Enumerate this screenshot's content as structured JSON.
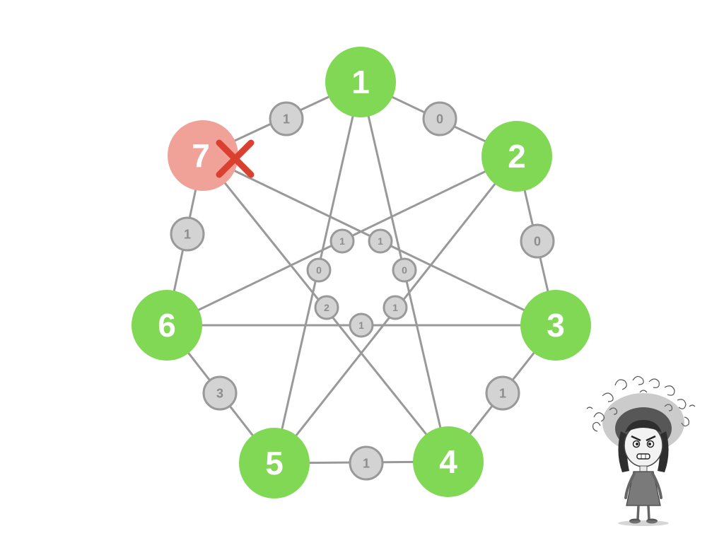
{
  "nodes": [
    {
      "id": "1",
      "label": "1",
      "status": "active",
      "color": "#80d855"
    },
    {
      "id": "2",
      "label": "2",
      "status": "active",
      "color": "#80d855"
    },
    {
      "id": "3",
      "label": "3",
      "status": "active",
      "color": "#80d855"
    },
    {
      "id": "4",
      "label": "4",
      "status": "active",
      "color": "#80d855"
    },
    {
      "id": "5",
      "label": "5",
      "status": "active",
      "color": "#80d855"
    },
    {
      "id": "6",
      "label": "6",
      "status": "active",
      "color": "#80d855"
    },
    {
      "id": "7",
      "label": "7",
      "status": "removed",
      "color": "#f0a198"
    }
  ],
  "outer_edges": [
    {
      "from": "1",
      "to": "7",
      "weight": "1"
    },
    {
      "from": "1",
      "to": "2",
      "weight": "0"
    },
    {
      "from": "2",
      "to": "3",
      "weight": "0"
    },
    {
      "from": "3",
      "to": "4",
      "weight": "1"
    },
    {
      "from": "4",
      "to": "5",
      "weight": "1"
    },
    {
      "from": "5",
      "to": "6",
      "weight": "3"
    },
    {
      "from": "6",
      "to": "7",
      "weight": "1"
    }
  ],
  "inner_edges": [
    {
      "from": "1",
      "to": "5",
      "weight": "0"
    },
    {
      "from": "1",
      "to": "4",
      "weight": "0"
    },
    {
      "from": "2",
      "to": "6",
      "weight": "1"
    },
    {
      "from": "2",
      "to": "5",
      "weight": "1"
    },
    {
      "from": "7",
      "to": "3",
      "weight": "1"
    },
    {
      "from": "7",
      "to": "4",
      "weight": "2"
    },
    {
      "from": "6",
      "to": "3",
      "weight": "1"
    }
  ],
  "colors": {
    "edge": "#999999",
    "weight_fill": "#d3d3d3",
    "weight_stroke": "#999999",
    "weight_text": "#8c8c8c",
    "removed_mark": "#d9402f"
  },
  "illustration": "frustrated-girl-sketch"
}
